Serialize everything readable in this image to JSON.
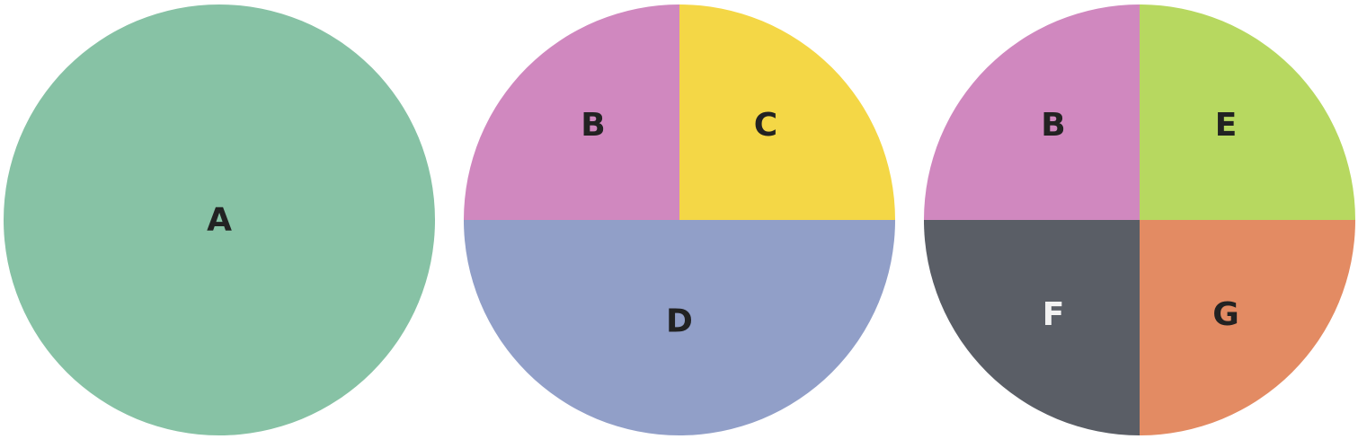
{
  "chart_data": [
    {
      "type": "pie",
      "slices": [
        {
          "label": "A",
          "value": 1,
          "color": "#87C2A5",
          "text_color": "#222222"
        }
      ]
    },
    {
      "type": "pie",
      "slices": [
        {
          "label": "B",
          "value": 0.25,
          "color": "#D088BF",
          "text_color": "#222222"
        },
        {
          "label": "C",
          "value": 0.25,
          "color": "#F4D746",
          "text_color": "#222222"
        },
        {
          "label": "D",
          "value": 0.5,
          "color": "#919FC8",
          "text_color": "#222222"
        }
      ]
    },
    {
      "type": "pie",
      "slices": [
        {
          "label": "B",
          "value": 0.25,
          "color": "#D088BF",
          "text_color": "#222222"
        },
        {
          "label": "E",
          "value": 0.25,
          "color": "#B7D860",
          "text_color": "#222222"
        },
        {
          "label": "F",
          "value": 0.25,
          "color": "#5A5E66",
          "text_color": "#F2F2F2"
        },
        {
          "label": "G",
          "value": 0.25,
          "color": "#E38B63",
          "text_color": "#222222"
        }
      ]
    }
  ]
}
